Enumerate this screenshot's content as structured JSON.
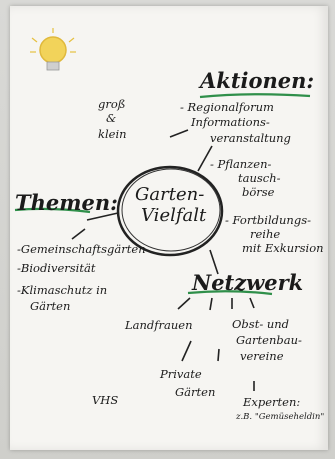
{
  "center": {
    "line1": "Garten-",
    "line2": "Vielfalt"
  },
  "aktionen": {
    "title": "Aktionen:",
    "items": [
      "- Regionalforum",
      "Informations-",
      "veranstaltung",
      "- Pflanzen-",
      "tausch-",
      "börse",
      "- Fortbildungs-",
      "reihe",
      "mit Exkursion"
    ],
    "scale": [
      "groß",
      "&",
      "klein"
    ]
  },
  "themen": {
    "title": "Themen:",
    "items": [
      "-Gemeinschaftsgärten",
      "-Biodiversität",
      "-Klimaschutz in",
      "Gärten"
    ]
  },
  "netzwerk": {
    "title": "Netzwerk",
    "items": [
      "Landfrauen",
      "Obst- und",
      "Gartenbau-",
      "vereine",
      "Private",
      "Gärten",
      "VHS",
      "Experten:",
      "z.B. \"Gemüseheldin\""
    ]
  },
  "colors": {
    "accent_green": "#2f8f4a",
    "ink": "#1b1b1b",
    "bulb": "#f2d35a"
  },
  "icons": [
    "lightbulb-icon"
  ]
}
